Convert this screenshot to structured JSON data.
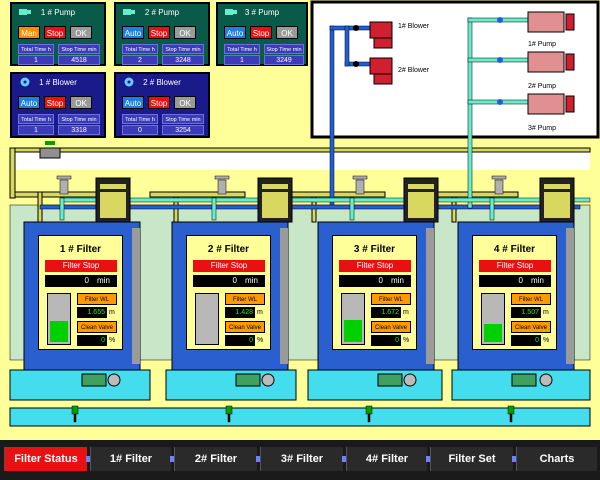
{
  "pumps": [
    {
      "title": "1 # Pump",
      "mode": "Man",
      "stop": "Stop",
      "ok": "OK",
      "total_label": "Total Time h",
      "stop_label": "Stop Time min",
      "total": "1",
      "stop_time": "4518"
    },
    {
      "title": "2 # Pump",
      "mode": "Auto",
      "stop": "Stop",
      "ok": "OK",
      "total_label": "Total Time h",
      "stop_label": "Stop Time min",
      "total": "2",
      "stop_time": "3248"
    },
    {
      "title": "3 # Pump",
      "mode": "Auto",
      "stop": "Stop",
      "ok": "OK",
      "total_label": "Total Time h",
      "stop_label": "Stop Time min",
      "total": "1",
      "stop_time": "3249"
    }
  ],
  "blowers": [
    {
      "title": "1 # Blower",
      "mode": "Auto",
      "stop": "Stop",
      "ok": "OK",
      "total_label": "Total Time h",
      "stop_label": "Stop Time min",
      "total": "1",
      "stop_time": "3318"
    },
    {
      "title": "2 # Blower",
      "mode": "Auto",
      "stop": "Stop",
      "ok": "OK",
      "total_label": "Total Time h",
      "stop_label": "Stop Time min",
      "total": "0",
      "stop_time": "3254"
    }
  ],
  "diagram": {
    "blower1_label": "1# Blower",
    "blower2_label": "2# Blower",
    "pump1_label": "1# Pump",
    "pump2_label": "2# Pump",
    "pump3_label": "3# Pump"
  },
  "filters": [
    {
      "title": "1 # Filter",
      "status": "Filter Stop",
      "time": "0",
      "time_unit": "min",
      "wl_label": "Filter WL",
      "wl": "1.655",
      "wl_unit": "m",
      "cv_label": "Clean Valve",
      "cv": "0",
      "cv_unit": "%",
      "level": 0.45
    },
    {
      "title": "2 # Filter",
      "status": "Filter Stop",
      "time": "0",
      "time_unit": "min",
      "wl_label": "Filter WL",
      "wl": "1.428",
      "wl_unit": "m",
      "cv_label": "Clean Valve",
      "cv": "0",
      "cv_unit": "%",
      "level": 0.0
    },
    {
      "title": "3 # Filter",
      "status": "Filter Stop",
      "time": "0",
      "time_unit": "min",
      "wl_label": "Filter WL",
      "wl": "1.672",
      "wl_unit": "m",
      "cv_label": "Clean Valve",
      "cv": "0",
      "cv_unit": "%",
      "level": 0.48
    },
    {
      "title": "4 # Filter",
      "status": "Filter Stop",
      "time": "0",
      "time_unit": "min",
      "wl_label": "Filter WL",
      "wl": "1.507",
      "wl_unit": "m",
      "cv_label": "Clean Valve",
      "cv": "0",
      "cv_unit": "%",
      "level": 0.4
    }
  ],
  "tabs": [
    "Filter Status",
    "1# Filter",
    "2# Filter",
    "3# Filter",
    "4# Filter",
    "Filter Set",
    "Charts"
  ],
  "colors": {
    "background": "#ffff99",
    "pump_panel": "#0a5a4a",
    "blower_panel": "#1a1a8a",
    "pipe_air": "#1f5fdc",
    "pipe_water": "#66eecc",
    "pipe_feed": "#d8d860",
    "active_tab": "#e81010"
  }
}
